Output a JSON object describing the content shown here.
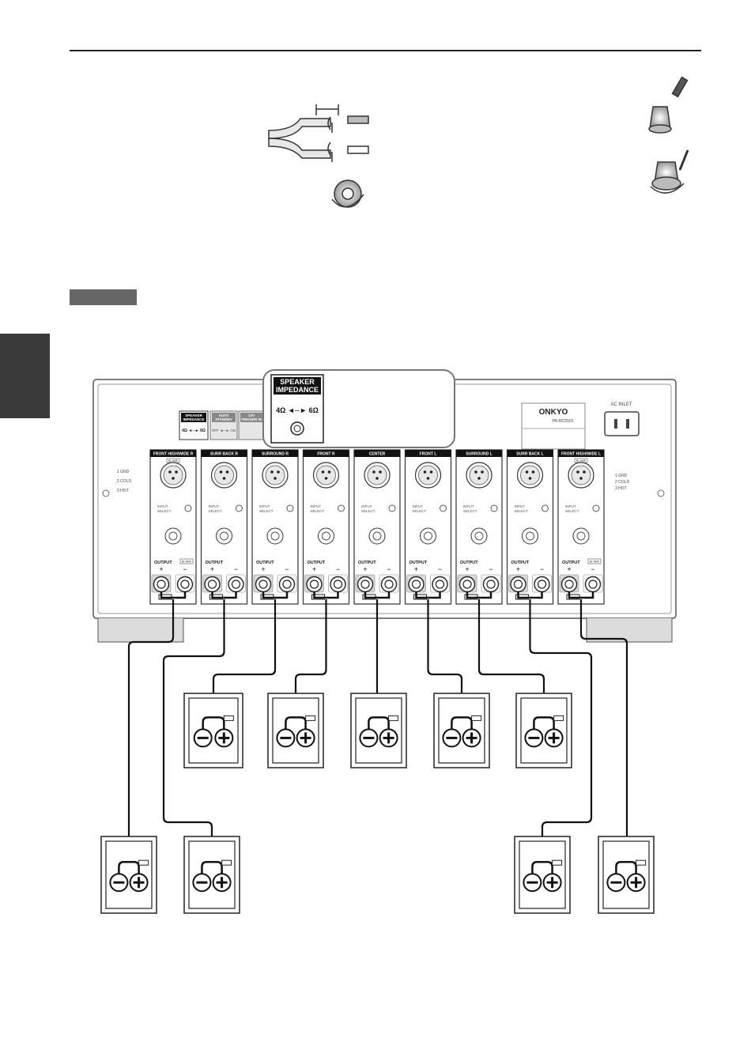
{
  "amp": {
    "speaker_impedance_label": [
      "SPEAKER",
      "IMPEDANCE"
    ],
    "speaker_impedance_setting": "4Ω ◄─► 6Ω",
    "small_impedance_label": [
      "SPEAKER",
      "IMPEDANCE"
    ],
    "small_impedance_setting": "4Ω ◄─► 6Ω",
    "auto_standby_label": [
      "AUTO",
      "STANDBY"
    ],
    "auto_standby_setting": "OFF ◄─► ON",
    "trigger_label": [
      "12V",
      "TRIGGER IN"
    ],
    "brand": "ONKYO",
    "model": "PA-MC5501",
    "ac_inlet_label": "AC INLET",
    "xlr_pins": [
      "1 GND",
      "2 COLD",
      "3 HOT"
    ],
    "input_select_label": [
      "INPUT",
      "SELECT"
    ],
    "output_label": "OUTPUT",
    "bi_amp_label": "BI-AMP",
    "plus": "+",
    "minus": "−",
    "channels": [
      "FRONT HIGH/WIDE R",
      "SURR BACK R",
      "SURROUND R",
      "FRONT R",
      "CENTER",
      "FRONT L",
      "SURROUND L",
      "SURR BACK L",
      "FRONT HIGH/WIDE L"
    ]
  }
}
